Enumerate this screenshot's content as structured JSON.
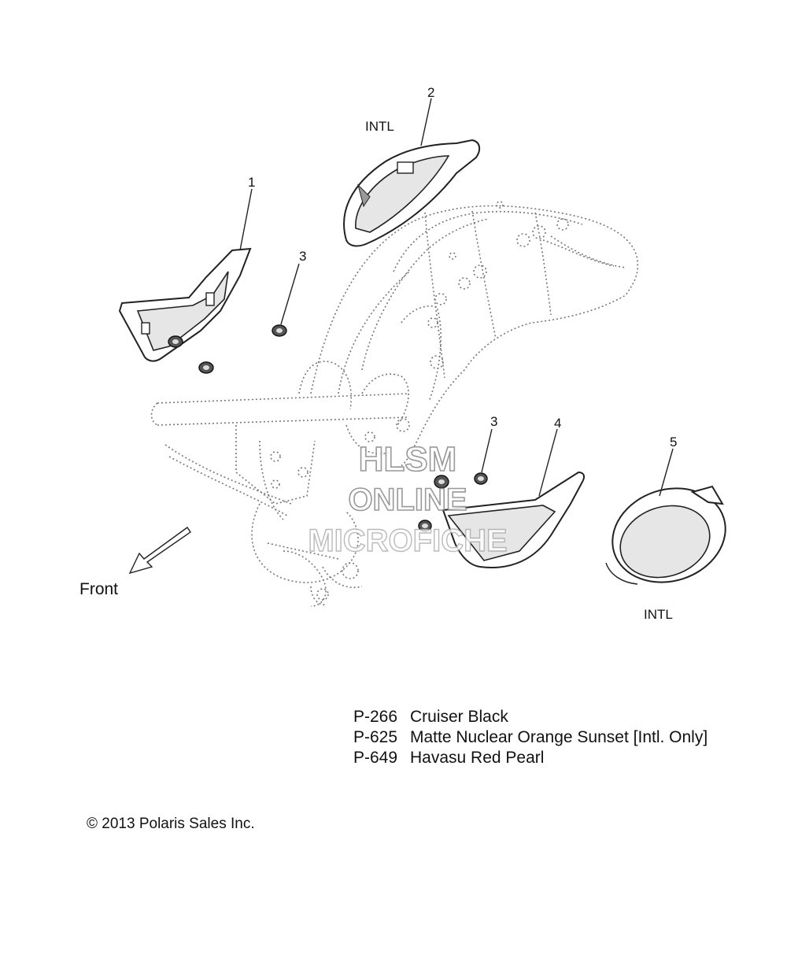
{
  "diagram": {
    "callouts": [
      {
        "id": "callout-1",
        "label": "1"
      },
      {
        "id": "callout-2",
        "label": "2"
      },
      {
        "id": "callout-3a",
        "label": "3"
      },
      {
        "id": "callout-3b",
        "label": "3"
      },
      {
        "id": "callout-4",
        "label": "4"
      },
      {
        "id": "callout-5",
        "label": "5"
      }
    ],
    "tags": {
      "intl_top": "INTL",
      "intl_bottom": "INTL"
    },
    "direction": {
      "front_label": "Front"
    },
    "watermark": {
      "line1": "HLSM",
      "line2": "ONLINE",
      "line3": "MICROFICHE"
    }
  },
  "paint_codes": [
    {
      "code": "P-266",
      "name": "Cruiser Black"
    },
    {
      "code": "P-625",
      "name": "Matte Nuclear Orange Sunset [Intl. Only]"
    },
    {
      "code": "P-649",
      "name": "Havasu Red Pearl"
    }
  ],
  "footer": {
    "copyright": "© 2013 Polaris Sales Inc."
  }
}
